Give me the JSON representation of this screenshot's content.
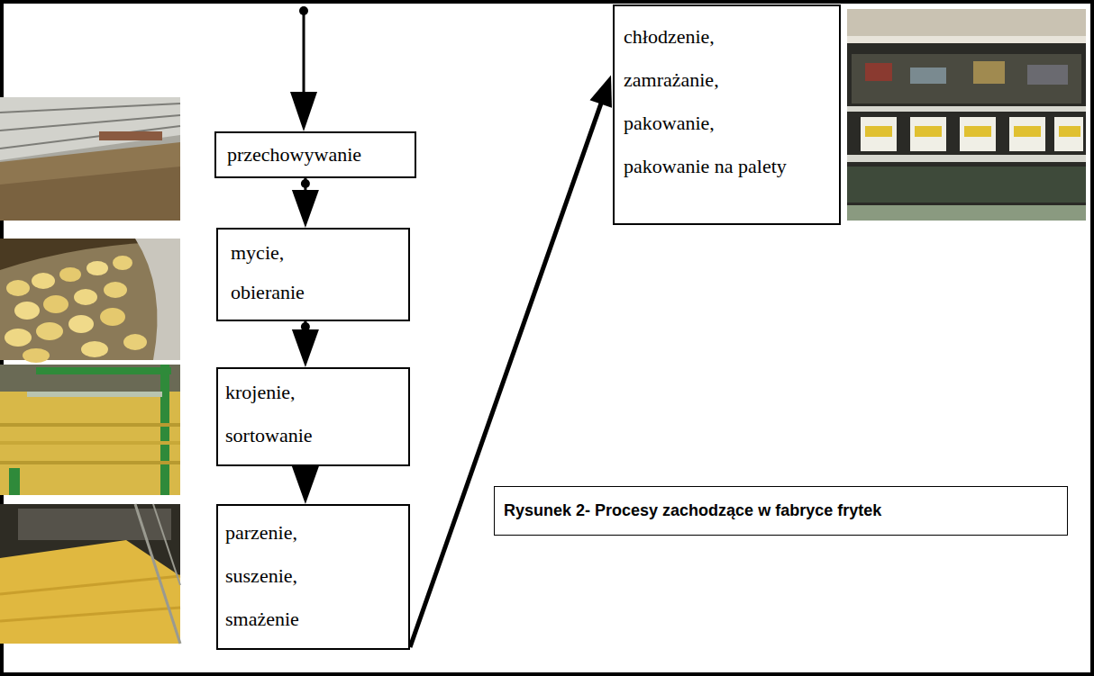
{
  "diagram": {
    "caption": "Rysunek 2- Procesy zachodzące w fabryce frytek",
    "nodes": [
      {
        "text": [
          "przechowywanie"
        ]
      },
      {
        "text": [
          "mycie, obieranie"
        ]
      },
      {
        "text": [
          "krojenie, sortowanie"
        ]
      },
      {
        "text": [
          "parzenie, suszenie, smażenie"
        ]
      },
      {
        "text": [
          "chłodzenie, zamrażanie, pakowanie, pakowanie na palety"
        ]
      }
    ],
    "edges": [
      {
        "from": 0,
        "to": 1,
        "arrow": "to"
      },
      {
        "from": 1,
        "to": 2,
        "arrow": "to"
      },
      {
        "from": 2,
        "to": 3,
        "arrow": "to"
      },
      {
        "from": 3,
        "to": 4,
        "arrow": "to"
      }
    ]
  }
}
